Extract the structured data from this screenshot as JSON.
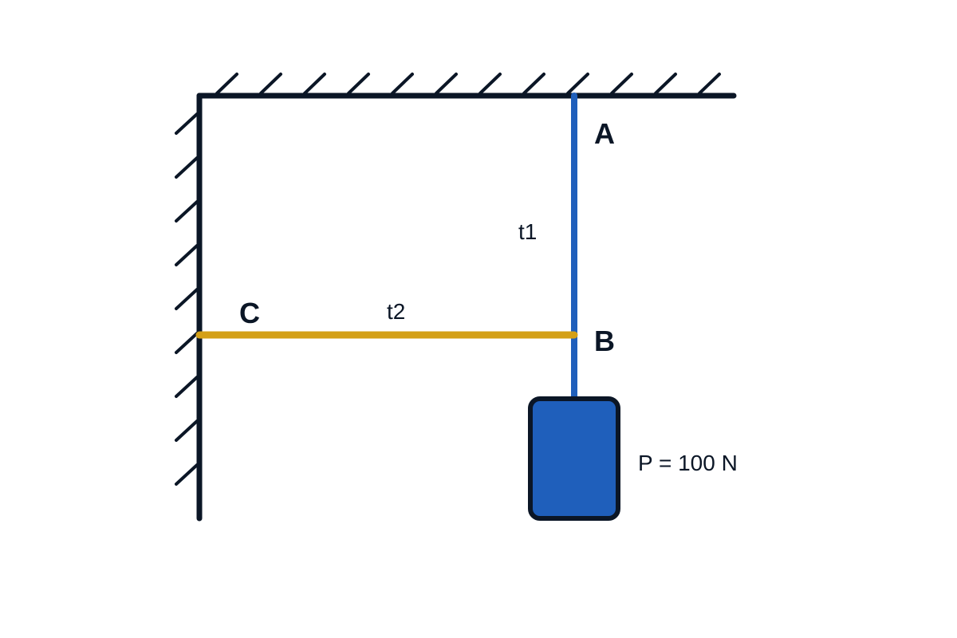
{
  "colors": {
    "support": "#0b1626",
    "rope_vertical": "#1f5fbb",
    "rope_horizontal": "#d4a017",
    "weight_fill": "#1f5fbb",
    "weight_stroke": "#0b1626",
    "text": "#0b1626"
  },
  "points": {
    "a": "A",
    "b": "B",
    "c": "C"
  },
  "ropes": {
    "t1": "t1",
    "t2": "t2"
  },
  "load": {
    "label": "P = 100 N"
  }
}
